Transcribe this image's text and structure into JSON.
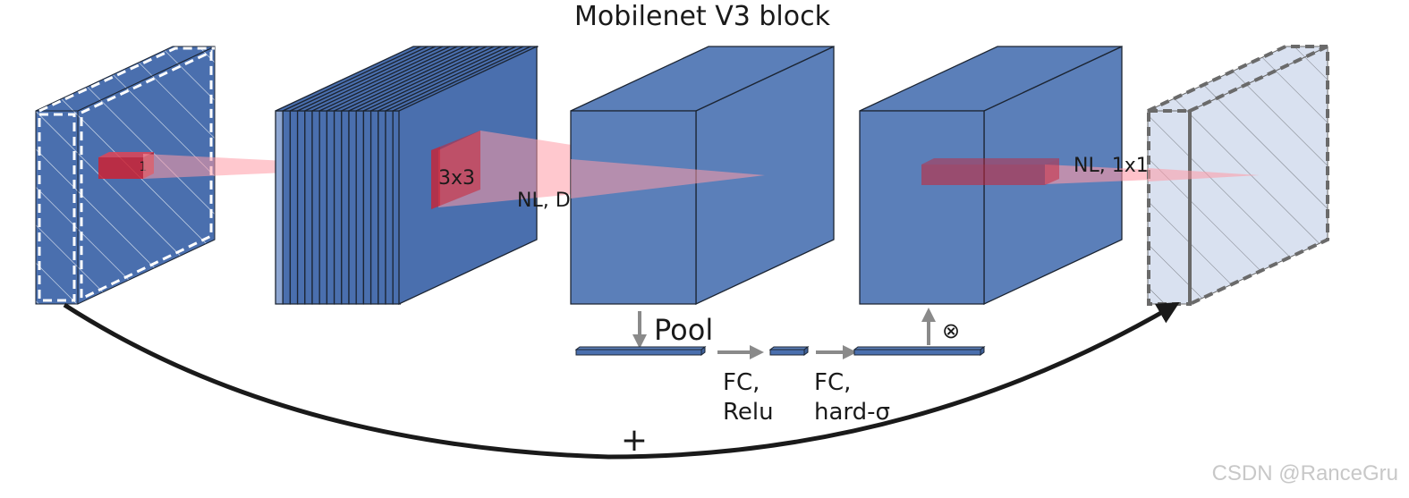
{
  "title": "Mobilenet V3 block",
  "labels": {
    "input_kernel": "1",
    "dwise_kernel": "3x3",
    "dwise_op": "NL, Dwise",
    "pool": "Pool",
    "fc1_line1": "FC,",
    "fc1_line2": "Relu",
    "fc2_line1": "FC,",
    "fc2_line2": "hard-σ",
    "multiply": "⊗",
    "projection": "NL, 1x1",
    "residual_add": "+"
  },
  "watermark": "CSDN @RanceGru",
  "colors": {
    "block_front": "#4a6fae",
    "block_face": "#5b7fb9",
    "block_edge": "#1c2533",
    "output_fill": "#d9e1f0",
    "kernel_red": "#cc2233",
    "projection_red": "#ff9aa6",
    "arrow_gray": "#8a8a8a",
    "skip_arrow": "#1a1a1a"
  }
}
